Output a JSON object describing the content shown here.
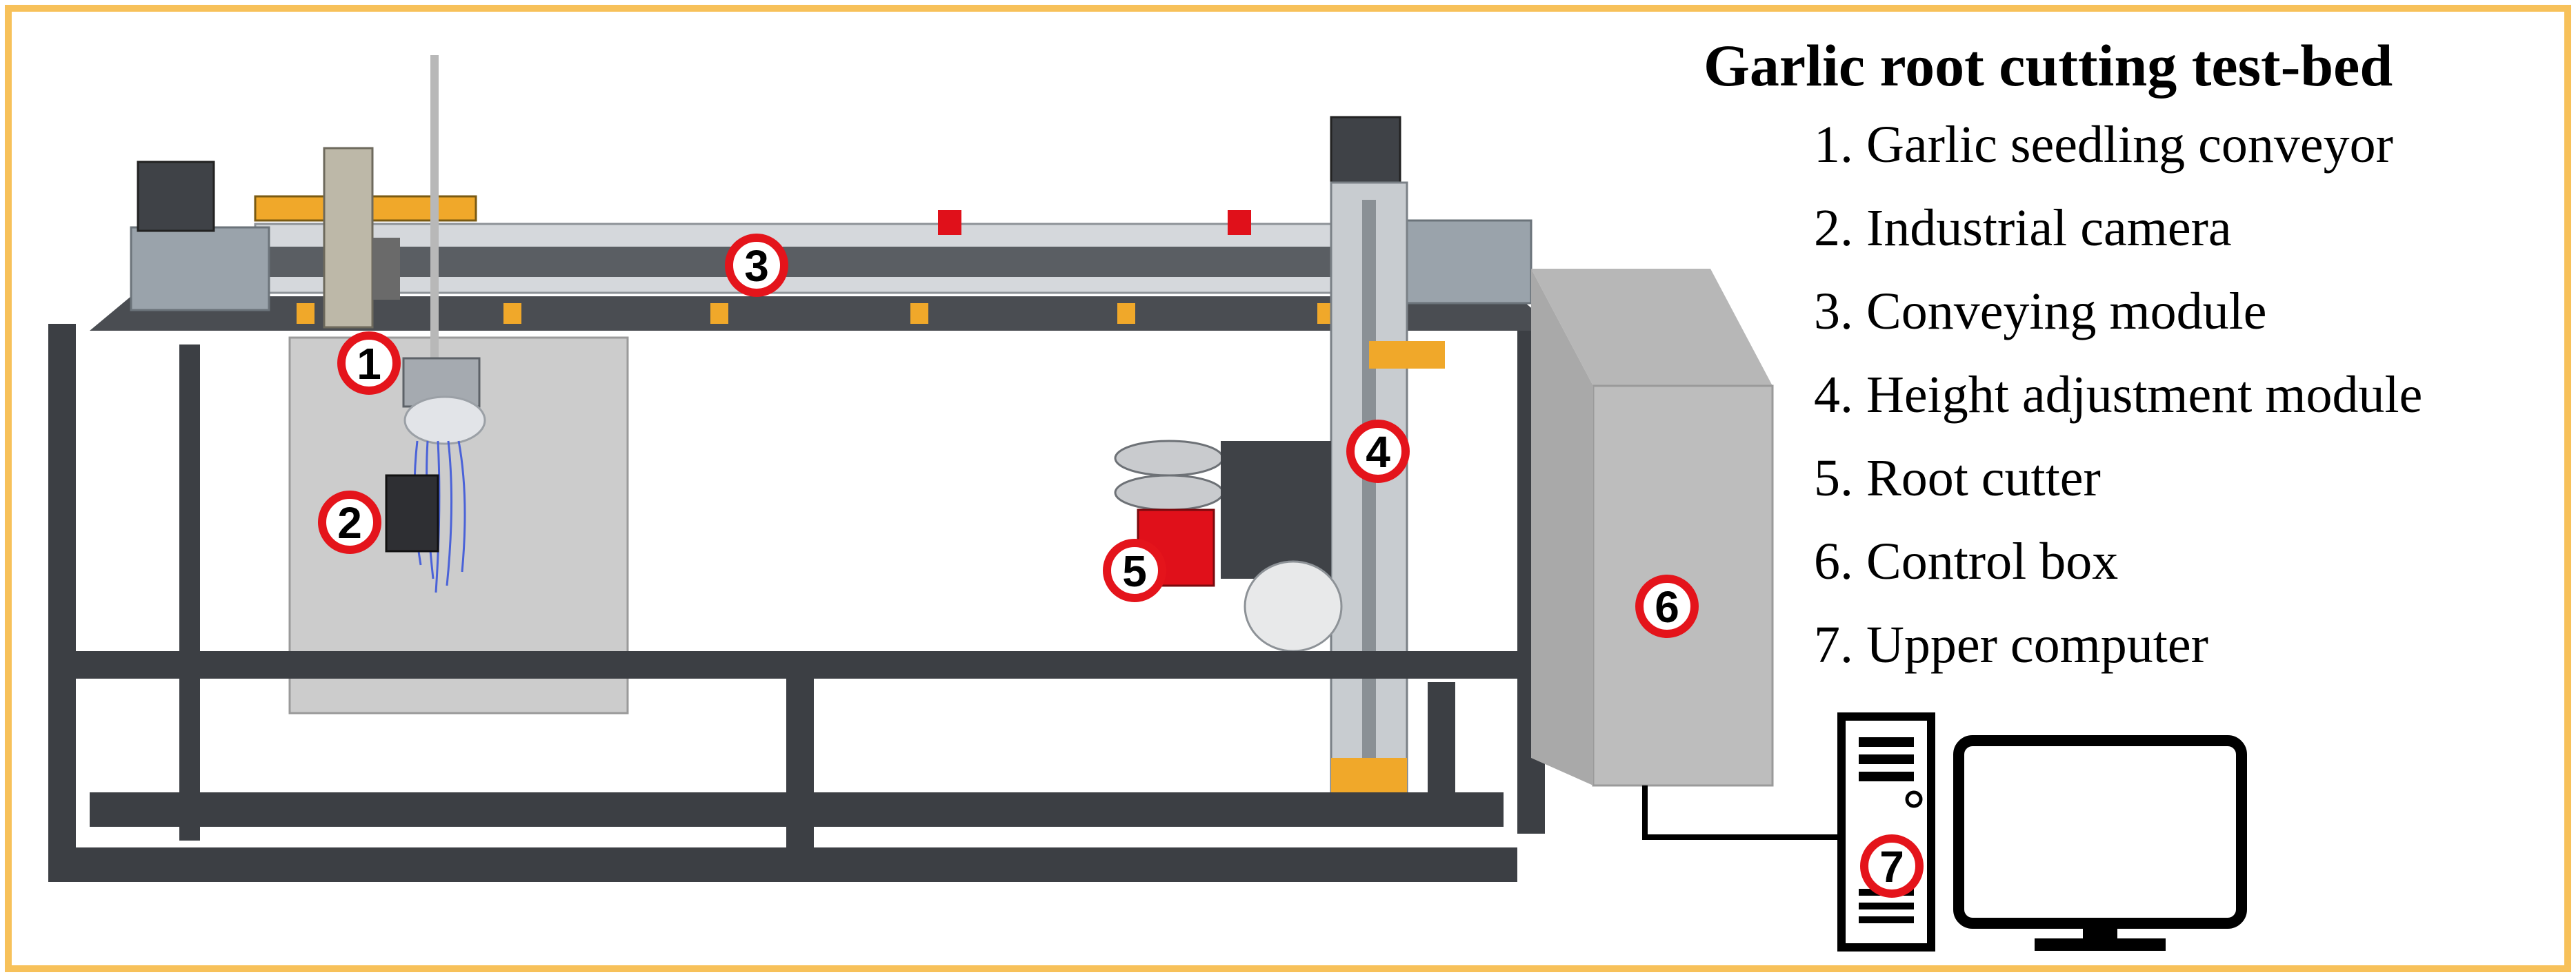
{
  "title": "Garlic root cutting test-bed",
  "components": [
    {
      "number": "1",
      "label": "1. Garlic seedling conveyor"
    },
    {
      "number": "2",
      "label": "2. Industrial camera"
    },
    {
      "number": "3",
      "label": "3. Conveying module"
    },
    {
      "number": "4",
      "label": "4. Height adjustment module"
    },
    {
      "number": "5",
      "label": "5. Root cutter"
    },
    {
      "number": "6",
      "label": "6. Control box"
    },
    {
      "number": "7",
      "label": "7. Upper computer"
    }
  ],
  "colors": {
    "border": "#f7c15a",
    "frame_dark": "#3c3f44",
    "panel_gray": "#c9c9c9",
    "cabinet_gray": "#b7b7b7",
    "rail_light": "#d5d8dc",
    "accent_yellow": "#f0a82a",
    "cutter_red": "#e0101a",
    "marker_ring": "#e4141b"
  }
}
